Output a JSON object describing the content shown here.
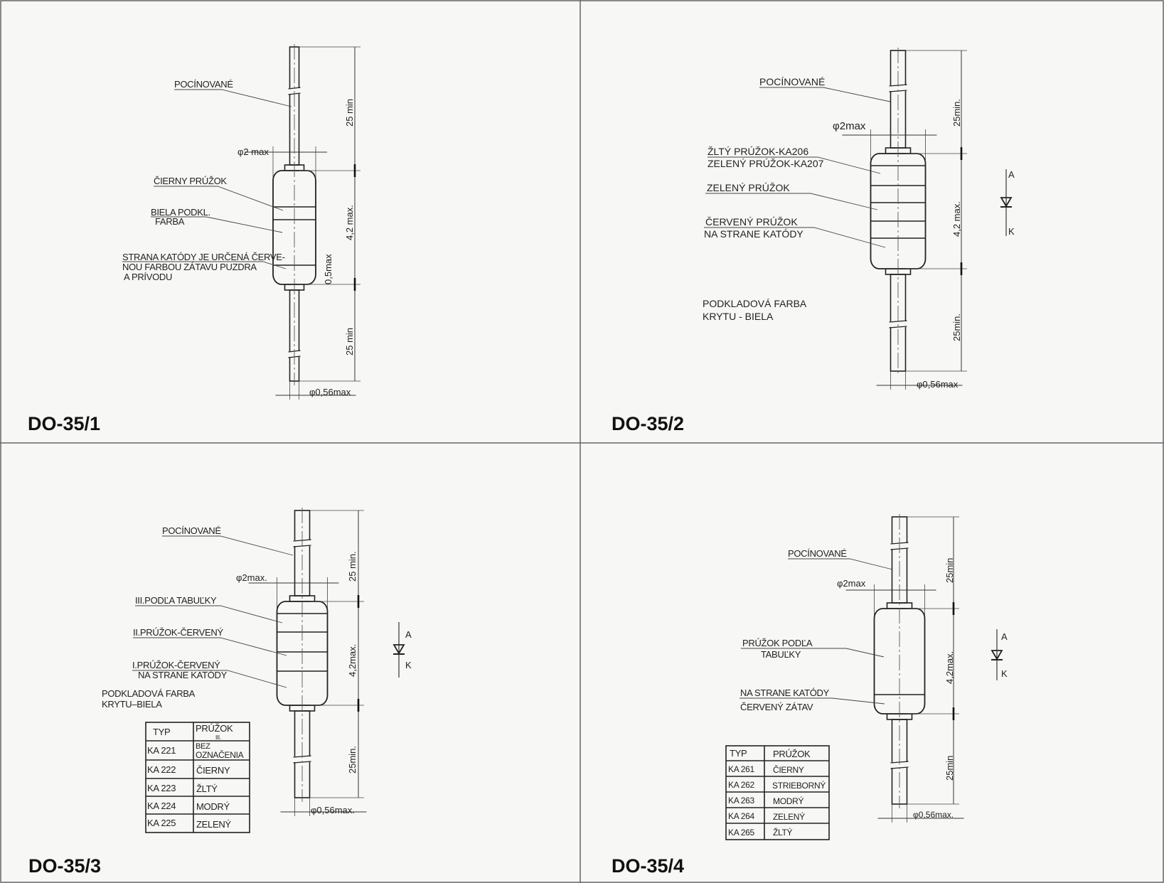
{
  "panels": [
    {
      "title": "DO-35/1",
      "labels": {
        "tinned": "POCÍNOVANÉ",
        "black_band": "ČIERNY PRÚŽOK",
        "white_base": [
          "BIELA PODKL.",
          "FARBA"
        ],
        "cathode_note": [
          "STRANA KATÓDY JE URČENÁ ČERVE-",
          "NOU FARBOU ZÁTAVU PUZDRA",
          "A PRÍVODU"
        ]
      },
      "dims": {
        "lead_top": "25 min",
        "body_len": "4,2 max.",
        "end_len": "0,5max",
        "lead_bottom": "25 min",
        "body_dia": "φ2 max",
        "lead_dia": "φ0,56max"
      }
    },
    {
      "title": "DO-35/2",
      "labels": {
        "tinned": "POCÍNOVANÉ",
        "type_band": [
          "ŽLTÝ PRÚŽOK-KA206",
          "ZELENÝ PRÚŽOK-KA207"
        ],
        "green_band": "ZELENÝ  PRÚŽOK",
        "red_band": [
          "ČERVENÝ  PRÚŽOK",
          "NA STRANE KATÓDY"
        ],
        "base_color": [
          "PODKLADOVÁ  FARBA",
          "KRYTU - BIELA"
        ]
      },
      "dims": {
        "lead_top": "25min.",
        "body_len": "4,2 max.",
        "lead_bottom": "25min.",
        "body_dia": "φ2max",
        "lead_dia": "φ0,56max"
      },
      "symbol": {
        "anode": "A",
        "cathode": "K"
      }
    },
    {
      "title": "DO-35/3",
      "labels": {
        "tinned": "POCÍNOVANÉ",
        "band3": "III.PODĽA TABUĽKY",
        "band2": "II.PRÚŽOK-ČERVENÝ",
        "band1": [
          "I.PRÚŽOK-ČERVENÝ",
          "NA STRANE KATÓDY"
        ],
        "base_color": [
          "PODKLADOVÁ  FARBA",
          "KRYTU–BIELA"
        ]
      },
      "dims": {
        "lead_top": "25 min.",
        "body_len": "4,2max.",
        "lead_bottom": "25min.",
        "body_dia": "φ2max.",
        "lead_dia": "φ0,56max."
      },
      "symbol": {
        "anode": "A",
        "cathode": "K"
      },
      "table": {
        "headers": [
          "TYP",
          "PRÚŽOK",
          "III."
        ],
        "rows": [
          {
            "type": "KA 221",
            "band": [
              "BEZ",
              "OZNAČENIA"
            ]
          },
          {
            "type": "KA 222",
            "band": [
              "ČIERNY"
            ]
          },
          {
            "type": "KA 223",
            "band": [
              "ŽLTÝ"
            ]
          },
          {
            "type": "KA 224",
            "band": [
              "MODRÝ"
            ]
          },
          {
            "type": "KA 225",
            "band": [
              "ZELENÝ"
            ]
          }
        ]
      }
    },
    {
      "title": "DO-35/4",
      "labels": {
        "tinned": "POCÍNOVANÉ",
        "band_table": [
          "PRÚŽOK PODĽA",
          "TABUĽKY"
        ],
        "cathode": [
          "NA STRANE KATÓDY",
          "ČERVENÝ   ZÁTAV"
        ]
      },
      "dims": {
        "lead_top": "25min",
        "body_len": "4,2max.",
        "lead_bottom": "25min",
        "body_dia": "φ2max",
        "lead_dia": "φ0,56max."
      },
      "symbol": {
        "anode": "A",
        "cathode": "K"
      },
      "table": {
        "headers": [
          "TYP",
          "PRÚŽOK"
        ],
        "rows": [
          {
            "type": "KA 261",
            "band": [
              "ČIERNY"
            ]
          },
          {
            "type": "KA 262",
            "band": [
              "STRIEBORNÝ"
            ]
          },
          {
            "type": "KA 263",
            "band": [
              "MODRÝ"
            ]
          },
          {
            "type": "KA 264",
            "band": [
              "ZELENÝ"
            ]
          },
          {
            "type": "KA 265",
            "band": [
              "ŽLTÝ"
            ]
          }
        ]
      }
    }
  ]
}
